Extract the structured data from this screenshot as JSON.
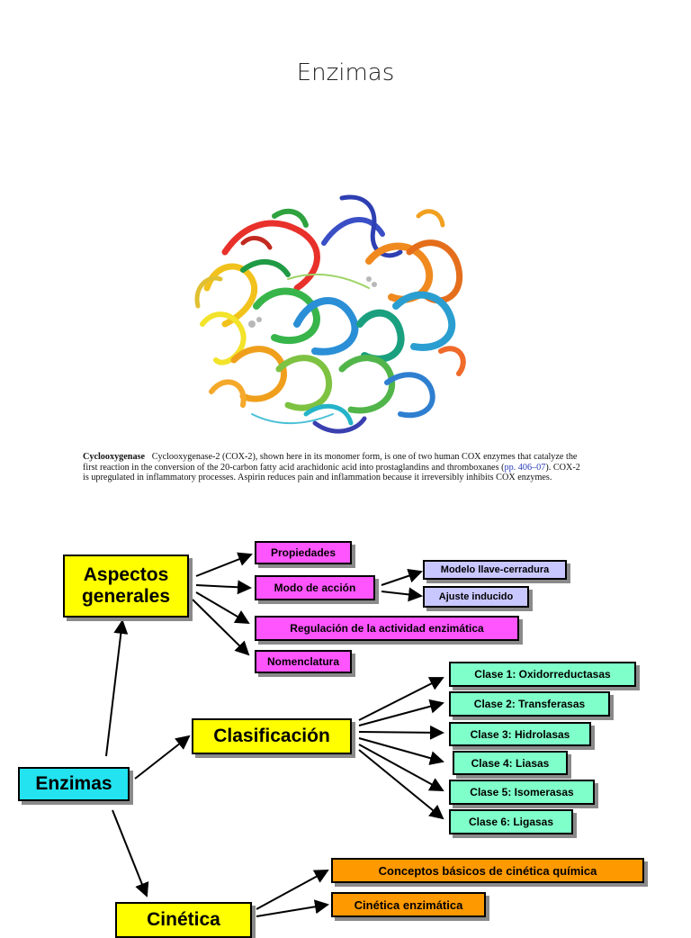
{
  "page": {
    "title": "Enzimas"
  },
  "figure": {
    "caption_bold": "Cyclooxygenase",
    "caption_text_a": "Cyclooxygenase-2 (COX-2), shown here in its monomer form, is one of two human COX enzymes that catalyze the first reaction in the conversion of the 20-carbon fatty acid arachidonic acid into prostaglandins and thromboxanes (",
    "caption_link": "pp. 406–07",
    "caption_text_b": "). COX-2 is upregulated in inflammatory processes. Aspirin reduces pain and inflammation because it irreversibly inhibits COX enzymes."
  },
  "diagram": {
    "root": "Enzimas",
    "aspectos": "Aspectos generales",
    "propiedades": "Propiedades",
    "modo_accion": "Modo de acción",
    "modelo_llave": "Modelo llave-cerradura",
    "ajuste_inducido": "Ajuste inducido",
    "regulacion": "Regulación de la actividad enzimática",
    "nomenclatura": "Nomenclatura",
    "clasificacion": "Clasificación",
    "clases": [
      "Clase 1: Oxidorreductasas",
      "Clase 2: Transferasas",
      "Clase 3: Hidrolasas",
      "Clase 4: Liasas",
      "Clase 5: Isomerasas",
      "Clase 6: Ligasas"
    ],
    "cinetica": "Cinética",
    "conceptos": "Conceptos básicos de cinética química",
    "cinetica_enzimatica": "Cinética enzimática"
  },
  "colors": {
    "yellow": "#ffff00",
    "magenta": "#ff55ff",
    "lavender": "#c9c7ff",
    "mint": "#7fffc9",
    "orange": "#ff9900",
    "cyan": "#22e3ef"
  }
}
